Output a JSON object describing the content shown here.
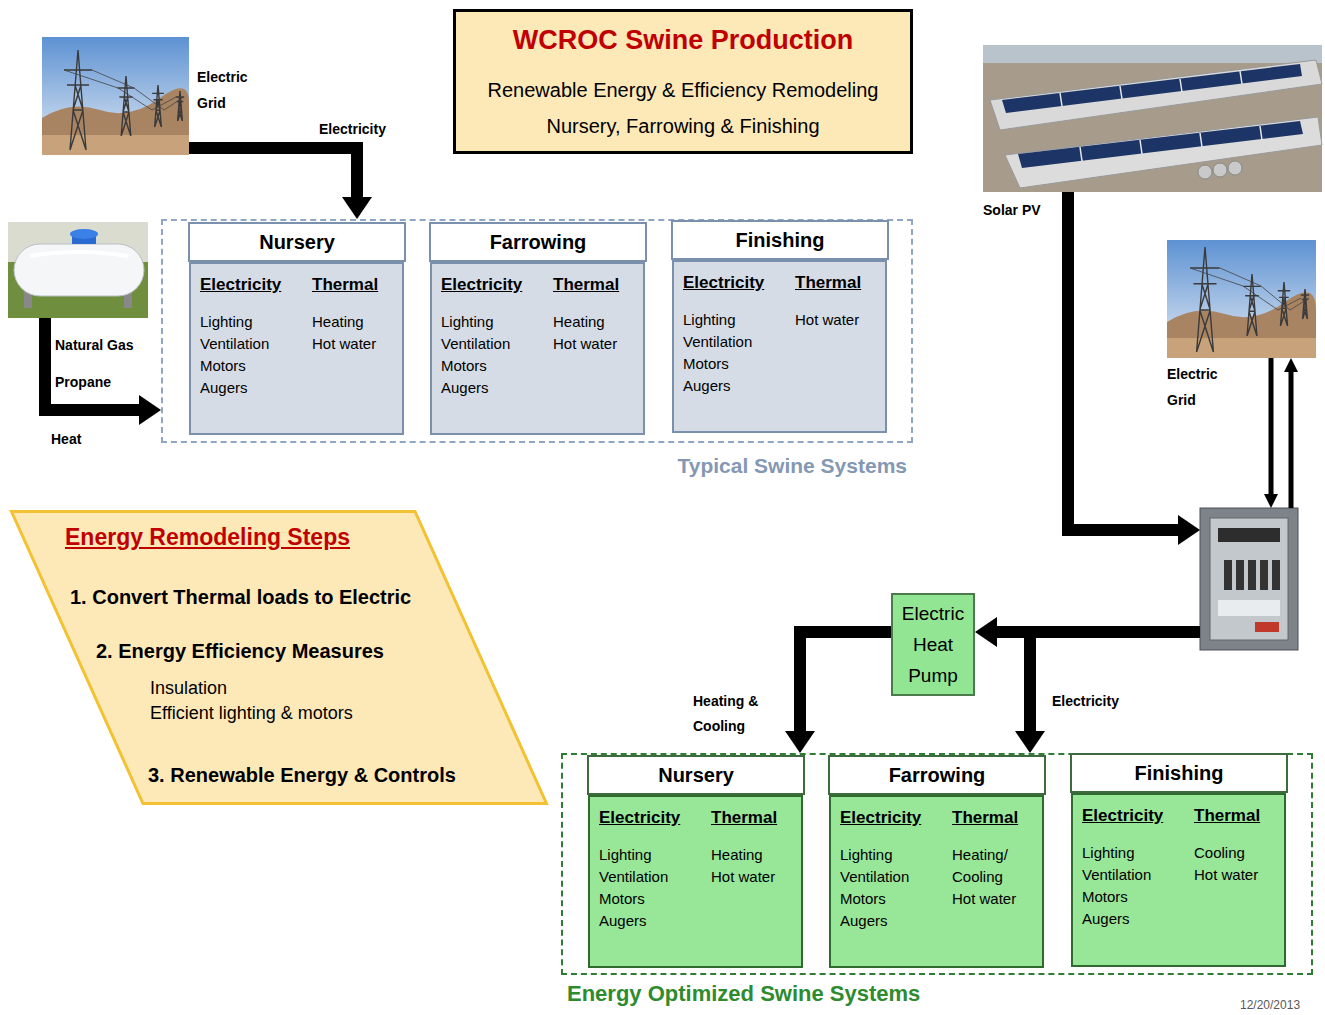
{
  "diagram": {
    "nodes": [
      {
        "text": [
          "WCROC Swine Production",
          "Renewable Energy & Efficiency Remodeling",
          "Nursery, Farrowing & Finishing"
        ]
      },
      {
        "text": [
          "Electric Grid"
        ]
      },
      {
        "text": [
          "Solar PV"
        ]
      },
      {
        "text": [
          "Natural Gas",
          "Propane"
        ]
      },
      {
        "text": [
          "Typical Swine Systems"
        ]
      },
      {
        "text": [
          "Nursery",
          "Electricity",
          "Thermal",
          "Lighting",
          "Ventilation",
          "Motors",
          "Augers",
          "Heating",
          "Hot water"
        ],
        "in": 4
      },
      {
        "text": [
          "Farrowing",
          "Electricity",
          "Thermal",
          "Lighting",
          "Ventilation",
          "Motors",
          "Augers",
          "Heating",
          "Hot water"
        ],
        "in": 4
      },
      {
        "text": [
          "Finishing",
          "Electricity",
          "Thermal",
          "Lighting",
          "Ventilation",
          "Motors",
          "Augers",
          "Hot water"
        ],
        "in": 4
      },
      {
        "text": [
          "Energy Remodeling Steps",
          "1. Convert Thermal loads to Electric",
          "2. Energy Efficiency Measures",
          "Insulation",
          "Efficient lighting & motors",
          "3. Renewable Energy & Controls"
        ]
      },
      {
        "text": [
          "Electric Grid"
        ]
      },
      {
        "text": []
      },
      {
        "text": [
          "Electric Heat Pump"
        ]
      },
      {
        "text": [
          "Energy Optimized Swine Systems"
        ]
      },
      {
        "text": [
          "Nursery",
          "Electricity",
          "Thermal",
          "Lighting",
          "Ventilation",
          "Motors",
          "Augers",
          "Heating",
          "Hot water"
        ],
        "in": 12
      },
      {
        "text": [
          "Farrowing",
          "Electricity",
          "Thermal",
          "Lighting",
          "Ventilation",
          "Motors",
          "Augers",
          "Heating/ Cooling",
          "Hot water"
        ],
        "in": 12
      },
      {
        "text": [
          "Finishing",
          "Electricity",
          "Thermal",
          "Lighting",
          "Ventilation",
          "Motors",
          "Augers",
          "Cooling",
          "Hot water"
        ],
        "in": 12
      }
    ],
    "edges": [
      {
        "from": 1,
        "to": 4,
        "label": "Electricity",
        "arrow": "to"
      },
      {
        "from": 3,
        "to": 4,
        "label": "Heat",
        "arrow": "to"
      },
      {
        "from": 2,
        "to": 10,
        "arrow": "to"
      },
      {
        "from": 9,
        "to": 10,
        "arrow": "to"
      },
      {
        "from": 10,
        "to": 9,
        "arrow": "to"
      },
      {
        "from": 10,
        "to": 11,
        "arrow": "to"
      },
      {
        "from": 10,
        "to": 12,
        "label": "Electricity",
        "arrow": "to"
      },
      {
        "from": 11,
        "to": 12,
        "label": "Heating & Cooling",
        "arrow": "to"
      }
    ],
    "labels": [
      "12/20/2013"
    ]
  }
}
